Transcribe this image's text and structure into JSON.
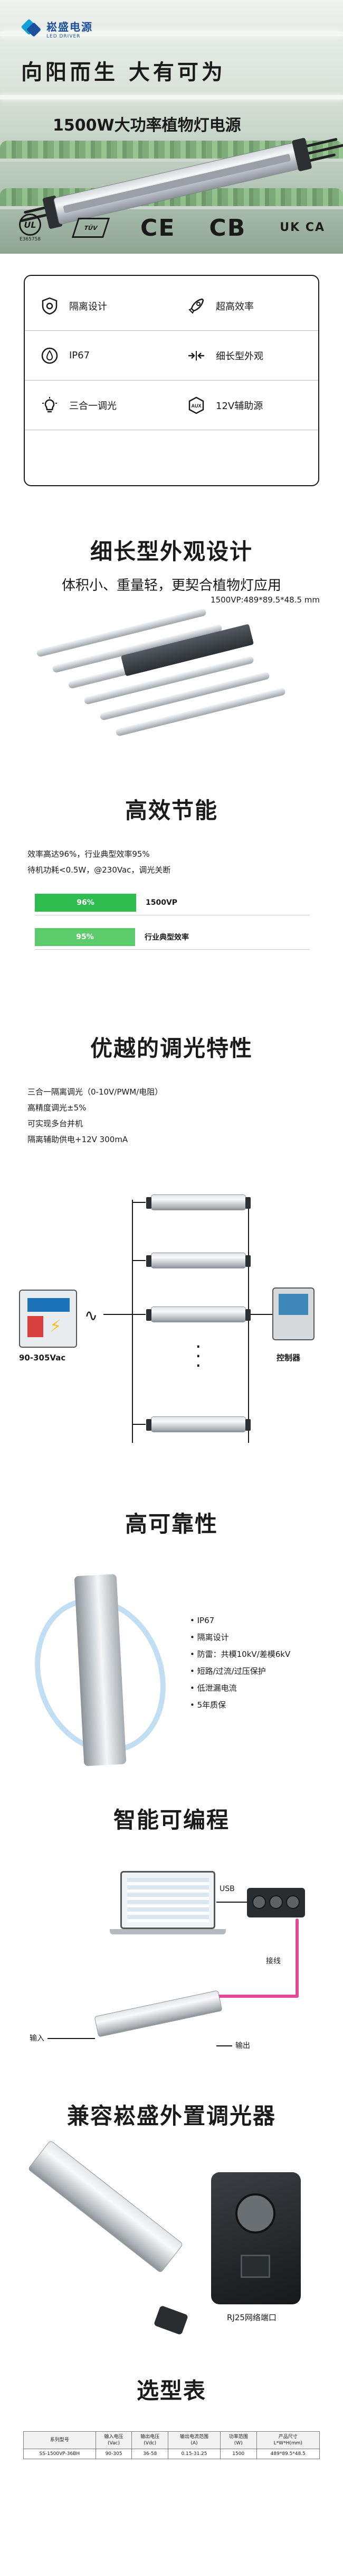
{
  "brand": {
    "name_cn": "崧盛电源",
    "name_en": "LED DRIVER"
  },
  "hero": {
    "slogan": "向阳而生  大有可为",
    "subtitle": "1500W大功率植物灯电源"
  },
  "certifications": {
    "ul_mark": "UL",
    "ul_number": "E365758",
    "tuv_mark": "TÜV",
    "ce_mark": "CE",
    "cb_mark": "CB",
    "ukca_mark": "UK CA"
  },
  "features": [
    {
      "icon": "isolation-icon",
      "label": "隔离设计"
    },
    {
      "icon": "rocket-icon",
      "label": "超高效率"
    },
    {
      "icon": "waterproof-icon",
      "label": "IP67"
    },
    {
      "icon": "slim-arrows-icon",
      "label": "细长型外观"
    },
    {
      "icon": "dimming-icon",
      "label": "三合一调光"
    },
    {
      "icon": "aux-icon",
      "label": "12V辅助源"
    }
  ],
  "slim_section": {
    "title": "细长型外观设计",
    "subtitle": "体积小、重量轻，更契合植物灯应用",
    "dimension_note": "1500VP:489*89.5*48.5 mm"
  },
  "efficiency_section": {
    "title": "高效节能",
    "lines": [
      "效率高达96%，行业典型效率95%",
      "待机功耗<0.5W，@230Vac，调光关断"
    ],
    "bars": [
      {
        "percent_label": "96%",
        "value": 96,
        "name": "1500VP"
      },
      {
        "percent_label": "95%",
        "value": 95,
        "name": "行业典型效率"
      }
    ]
  },
  "dimming_section": {
    "title": "优越的调光特性",
    "lines": [
      "三合一隔离调光（0-10V/PWM/电阻）",
      "高精度调光±5%",
      "可实现多台并机",
      "隔离辅助供电+12V 300mA"
    ],
    "input_voltage": "90-305Vac",
    "wave_symbol": "∿",
    "controller_label": "控制器"
  },
  "reliability_section": {
    "title": "高可靠性",
    "items": [
      "IP67",
      "隔离设计",
      "防雷：共模10kV/差模6kV",
      "短路/过流/过压保护",
      "低泄漏电流",
      "5年质保"
    ]
  },
  "programmable_section": {
    "title": "智能可编程",
    "usb_label": "USB",
    "wire_label": "接线",
    "input_label": "输入",
    "output_label": "输出"
  },
  "compatible_section": {
    "title": "兼容崧盛外置调光器",
    "rj_label": "RJ25网络端口"
  },
  "selection_section": {
    "title": "选型表",
    "headers": [
      "系列型号",
      "输入电压\n(Vac)",
      "输出电压\n(Vdc)",
      "输出电流范围\n(A)",
      "功率范围\n(W)",
      "产品尺寸\nL*W*H(mm)"
    ],
    "rows": [
      [
        "SS-1500VP-36BH",
        "90-305",
        "36-58",
        "0.15-31.25",
        "1500",
        "489*89.5*48.5"
      ]
    ]
  },
  "colors": {
    "brand_blue": "#1c4f9c",
    "brand_cyan": "#12a0d8",
    "eff_green": "#2ebc4f",
    "eff_green_light": "#5ccb6b",
    "wire_pink": "#e2479a"
  }
}
